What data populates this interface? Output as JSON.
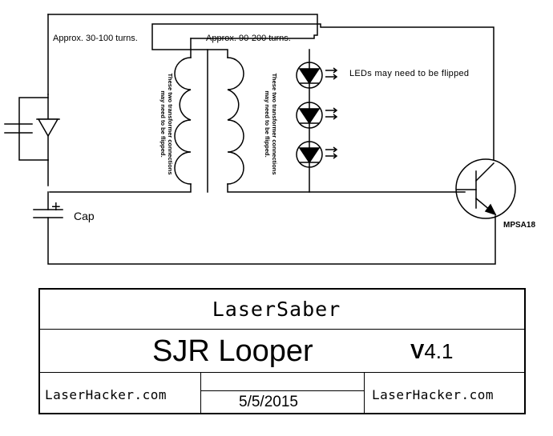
{
  "schematic": {
    "primary_turns": "Approx. 30-100 turns.",
    "secondary_turns": "Approx. 90-200 turns.",
    "primary_note_line1": "These two transformer connections",
    "primary_note_line2": "may need to be flipped.",
    "secondary_note_line1": "These two transformer connections",
    "secondary_note_line2": "may need to be flipped.",
    "led_note": "LEDs may need to be flipped",
    "cap_label": "Cap",
    "cap_plus": "+",
    "transistor_label": "MPSA18"
  },
  "title_block": {
    "project": "LaserSaber",
    "title": "SJR Looper",
    "version_v": "V",
    "version_num": "4.1",
    "left_site": "LaserHacker.com",
    "right_site": "LaserHacker.com",
    "date": "5/5/2015"
  }
}
